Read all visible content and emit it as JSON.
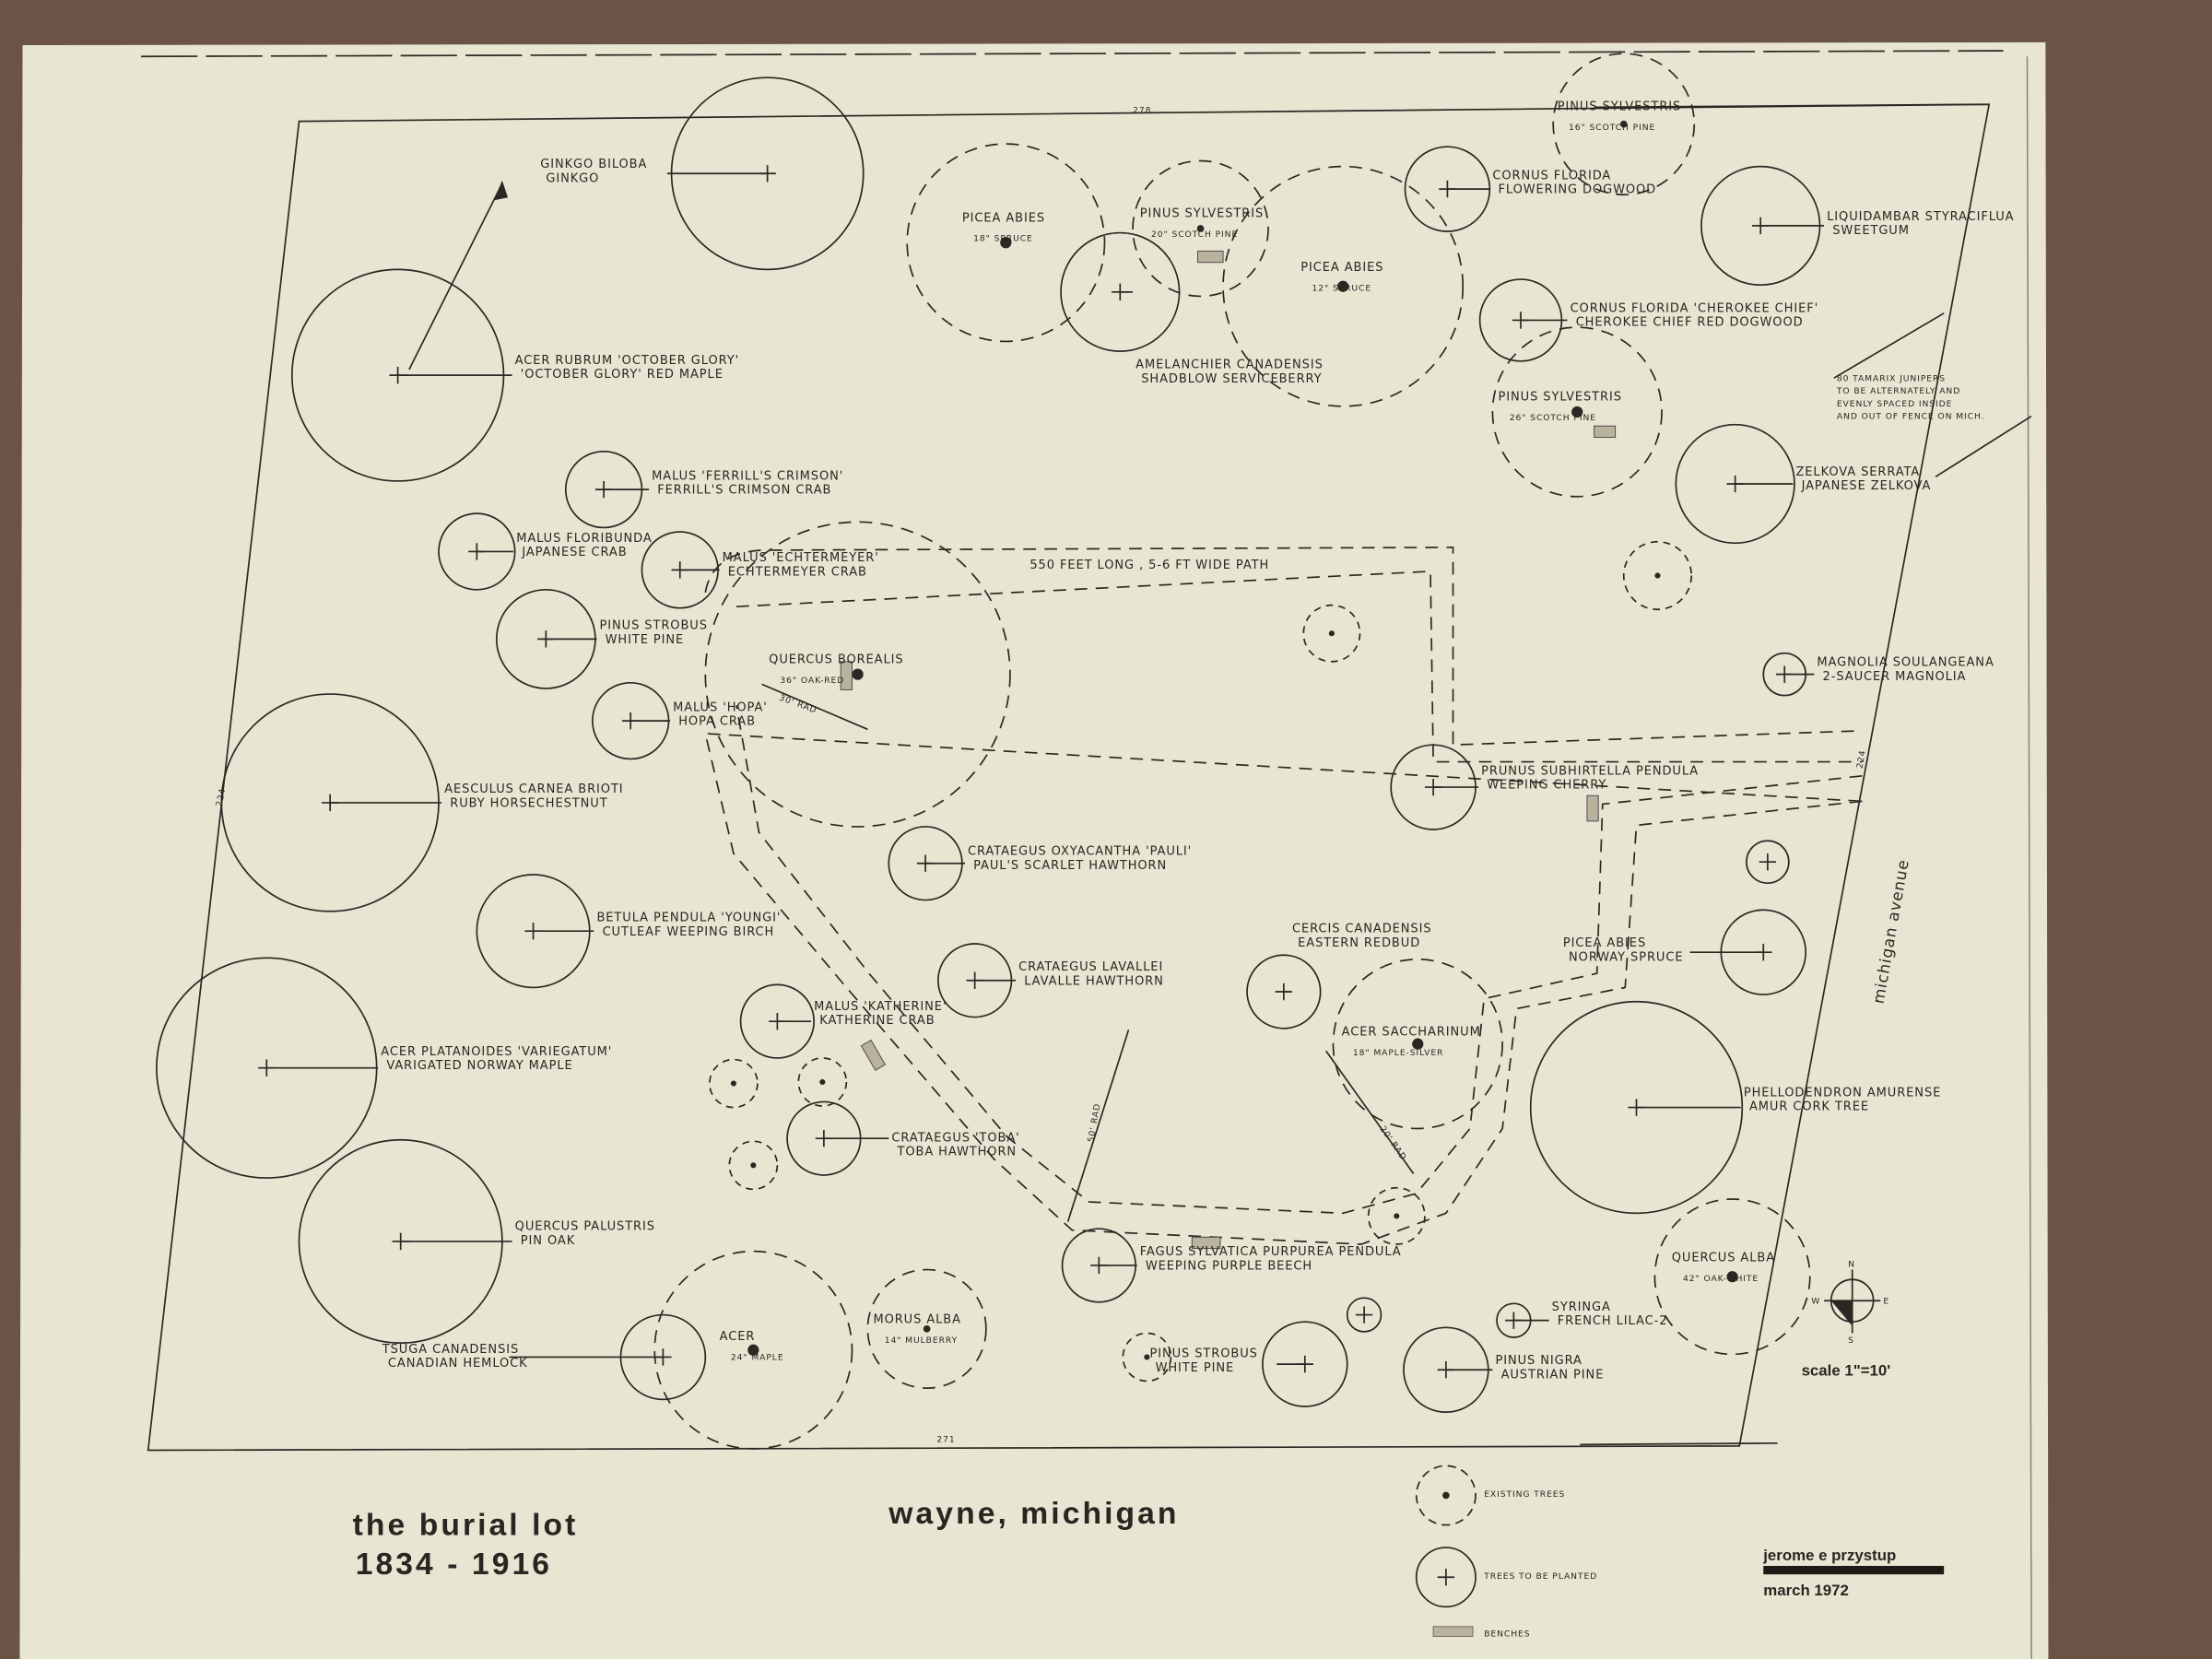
{
  "title": {
    "line1": "the burial lot",
    "line2": "1834 - 1916",
    "location": "wayne, michigan"
  },
  "street": "michigan avenue",
  "dimensions": {
    "top": "278",
    "bottom": "271",
    "right": "224",
    "left": "224"
  },
  "path_note": "550 FEET LONG , 5-6 FT WIDE PATH",
  "radius_notes": [
    "30' RAD",
    "50' RAD",
    "20' RAD"
  ],
  "tamarix_note": [
    "80 TAMARIX JUNIPERS",
    "TO BE ALTERNATELY AND",
    "EVENLY SPACED INSIDE",
    "AND OUT OF FENCE ON MICH."
  ],
  "trees": [
    {
      "name": "GINKGO BILOBA",
      "common": "GINKGO",
      "status": "planted"
    },
    {
      "name": "ACER RUBRUM 'OCTOBER GLORY'",
      "common": "'OCTOBER GLORY' RED MAPLE",
      "status": "planted"
    },
    {
      "name": "PICEA ABIES",
      "common": "18\" SPRUCE",
      "status": "existing"
    },
    {
      "name": "PINUS SYLVESTRIS",
      "common": "20\" SCOTCH PINE",
      "status": "existing"
    },
    {
      "name": "AMELANCHIER CANADENSIS",
      "common": "SHADBLOW SERVICEBERRY",
      "status": "planted"
    },
    {
      "name": "PICEA ABIES",
      "common": "12\" SPRUCE",
      "status": "existing"
    },
    {
      "name": "PINUS SYLVESTRIS",
      "common": "16\" SCOTCH PINE",
      "status": "existing"
    },
    {
      "name": "CORNUS FLORIDA",
      "common": "FLOWERING DOGWOOD",
      "status": "planted"
    },
    {
      "name": "LIQUIDAMBAR STYRACIFLUA",
      "common": "SWEETGUM",
      "status": "planted"
    },
    {
      "name": "CORNUS FLORIDA 'CHEROKEE CHIEF'",
      "common": "CHEROKEE CHIEF RED DOGWOOD",
      "status": "planted"
    },
    {
      "name": "PINUS SYLVESTRIS",
      "common": "26\" SCOTCH PINE",
      "status": "existing"
    },
    {
      "name": "ZELKOVA SERRATA",
      "common": "JAPANESE ZELKOVA",
      "status": "planted"
    },
    {
      "name": "MALUS 'FERRILL'S CRIMSON'",
      "common": "FERRILL'S CRIMSON CRAB",
      "status": "planted"
    },
    {
      "name": "MALUS FLORIBUNDA",
      "common": "JAPANESE CRAB",
      "status": "planted"
    },
    {
      "name": "MALUS 'ECHTERMEYER'",
      "common": "ECHTERMEYER CRAB",
      "status": "planted"
    },
    {
      "name": "PINUS STROBUS",
      "common": "WHITE PINE",
      "status": "planted"
    },
    {
      "name": "QUERCUS BOREALIS",
      "common": "36\" OAK-RED",
      "status": "existing"
    },
    {
      "name": "MALUS 'HOPA'",
      "common": "HOPA CRAB",
      "status": "planted"
    },
    {
      "name": "AESCULUS CARNEA BRIOTI",
      "common": "RUBY HORSECHESTNUT",
      "status": "planted"
    },
    {
      "name": "CRATAEGUS OXYACANTHA 'PAULI'",
      "common": "PAUL'S SCARLET HAWTHORN",
      "status": "planted"
    },
    {
      "name": "BETULA PENDULA 'YOUNGI'",
      "common": "CUTLEAF WEEPING BIRCH",
      "status": "planted"
    },
    {
      "name": "CRATAEGUS LAVALLEI",
      "common": "LAVALLE HAWTHORN",
      "status": "planted"
    },
    {
      "name": "MALUS 'KATHERINE'",
      "common": "KATHERINE CRAB",
      "status": "planted"
    },
    {
      "name": "ACER PLATANOIDES 'VARIEGATUM'",
      "common": "VARIGATED NORWAY MAPLE",
      "status": "planted"
    },
    {
      "name": "CRATAEGUS 'TOBA'",
      "common": "TOBA HAWTHORN",
      "status": "planted"
    },
    {
      "name": "QUERCUS PALUSTRIS",
      "common": "PIN OAK",
      "status": "planted"
    },
    {
      "name": "TSUGA CANADENSIS",
      "common": "CANADIAN HEMLOCK",
      "status": "planted"
    },
    {
      "name": "ACER",
      "common": "24\" MAPLE",
      "status": "existing"
    },
    {
      "name": "MORUS ALBA",
      "common": "14\" MULBERRY",
      "status": "existing"
    },
    {
      "name": "PRUNUS SUBHIRTELLA PENDULA",
      "common": "WEEPING CHERRY",
      "status": "planted"
    },
    {
      "name": "MAGNOLIA SOULANGEANA",
      "common": "2-SAUCER MAGNOLIA",
      "status": "planted"
    },
    {
      "name": "CERCIS CANADENSIS",
      "common": "EASTERN REDBUD",
      "status": "planted"
    },
    {
      "name": "ACER SACCHARINUM",
      "common": "18\" MAPLE-SILVER",
      "status": "existing"
    },
    {
      "name": "PICEA ABIES",
      "common": "NORWAY SPRUCE",
      "status": "planted"
    },
    {
      "name": "PHELLODENDRON AMURENSE",
      "common": "AMUR CORK TREE",
      "status": "planted"
    },
    {
      "name": "QUERCUS ALBA",
      "common": "42\" OAK-WHITE",
      "status": "existing"
    },
    {
      "name": "FAGUS SYLVATICA PURPUREA PENDULA",
      "common": "WEEPING PURPLE BEECH",
      "status": "planted"
    },
    {
      "name": "SYRINGA",
      "common": "FRENCH LILAC-2",
      "status": "planted"
    },
    {
      "name": "PINUS STROBUS",
      "common": "WHITE PINE",
      "status": "planted"
    },
    {
      "name": "PINUS NIGRA",
      "common": "AUSTRIAN PINE",
      "status": "planted"
    }
  ],
  "legend": {
    "existing": "EXISTING TREES",
    "planted": "TREES TO BE PLANTED",
    "benches": "BENCHES"
  },
  "compass": {
    "letters": [
      "N",
      "E",
      "S",
      "W"
    ]
  },
  "scale": "scale 1\"=10'",
  "author": "jerome e przystup",
  "date": "march 1972",
  "colors": {
    "paper": "#e8e5d2",
    "ink": "#2b2722",
    "backing": "#6b5446"
  }
}
